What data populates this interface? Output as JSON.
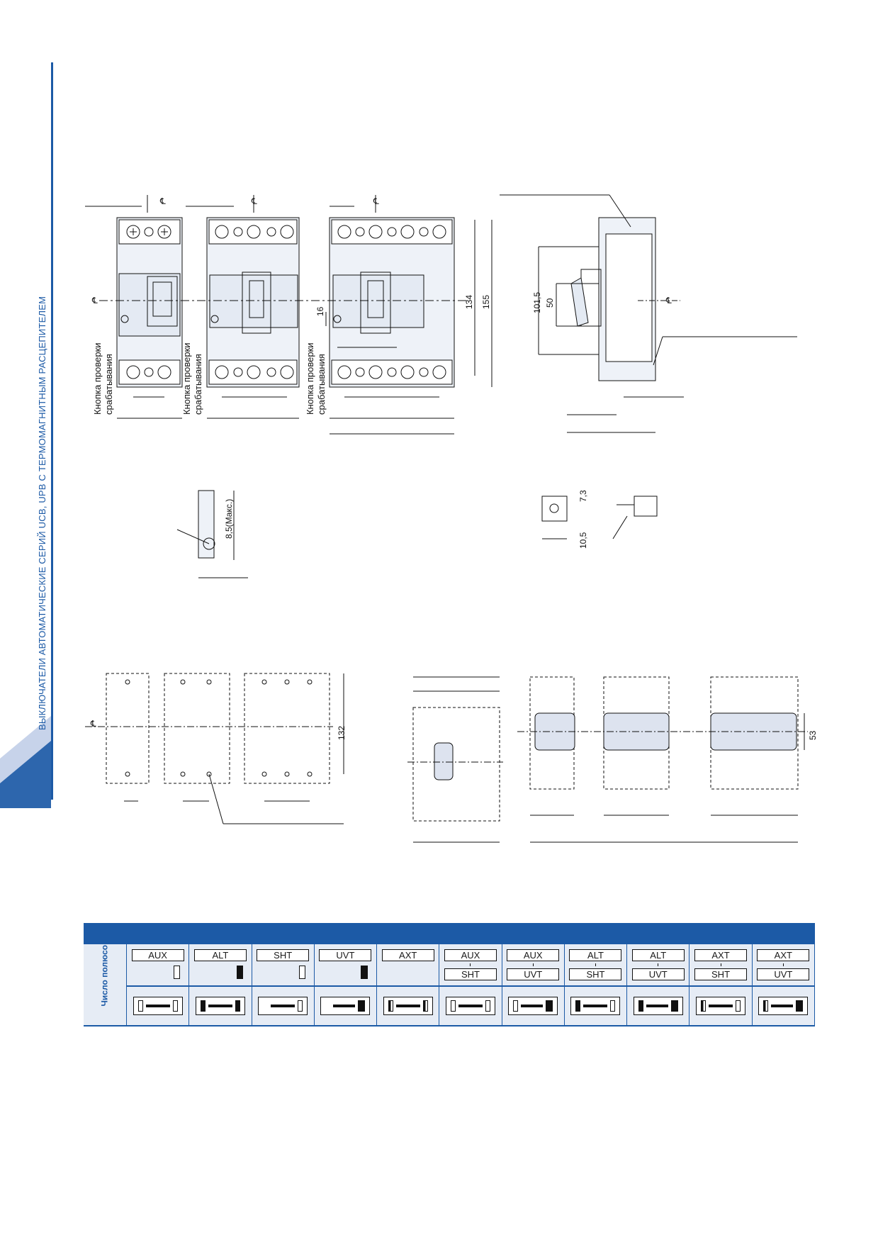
{
  "sidebar": {
    "vertical_title": "ВЫКЛЮЧАТЕЛИ АВТОМАТИЧЕСКИЕ СЕРИЙ UCB, UPB С ТЕРМОМАГНИТНЫМ РАСЦЕПИТЕЛЕМ"
  },
  "front_views": {
    "trip_test_label_line1": "Кнопка проверки",
    "trip_test_label_line2": "срабатывания",
    "dim_16": "16",
    "dim_134": "134",
    "dim_155": "155",
    "centerline_symbol": "℄"
  },
  "side_view": {
    "dim_101_5": "101,5",
    "dim_50": "50"
  },
  "terminal_detail": {
    "dim_max": "8,5(Макс.)",
    "dim_7_3": "7,3",
    "dim_10_5": "10,5"
  },
  "drilling": {
    "dim_132": "132",
    "dim_53": "53"
  },
  "accessory_table": {
    "poles_header": "Число полюсов",
    "columns": [
      {
        "top": "AUX",
        "bottom": "",
        "mark": "outline"
      },
      {
        "top": "ALT",
        "bottom": "",
        "mark": "filled"
      },
      {
        "top": "SHT",
        "bottom": "",
        "mark": "outline"
      },
      {
        "top": "UVT",
        "bottom": "",
        "mark": "filled"
      },
      {
        "top": "AXT",
        "bottom": "",
        "mark": "none"
      },
      {
        "top": "AUX",
        "bottom": "SHT",
        "mark": "none"
      },
      {
        "top": "AUX",
        "bottom": "UVT",
        "mark": "none"
      },
      {
        "top": "ALT",
        "bottom": "SHT",
        "mark": "none"
      },
      {
        "top": "ALT",
        "bottom": "UVT",
        "mark": "none"
      },
      {
        "top": "AXT",
        "bottom": "SHT",
        "mark": "none"
      },
      {
        "top": "AXT",
        "bottom": "UVT",
        "mark": "none"
      }
    ],
    "icon_rows": [
      {
        "left": "outline",
        "right": "outline"
      },
      {
        "left": "filled",
        "right": "filled"
      },
      {
        "left": "none",
        "right": "outline"
      },
      {
        "left": "none",
        "right": "filled"
      },
      {
        "left": "half",
        "right": "half"
      },
      {
        "left": "outline",
        "right": "outline"
      },
      {
        "left": "outline",
        "right": "filled"
      },
      {
        "left": "filled",
        "right": "outline"
      },
      {
        "left": "filled",
        "right": "filled"
      },
      {
        "left": "half",
        "right": "outline"
      },
      {
        "left": "half",
        "right": "filled"
      }
    ]
  }
}
